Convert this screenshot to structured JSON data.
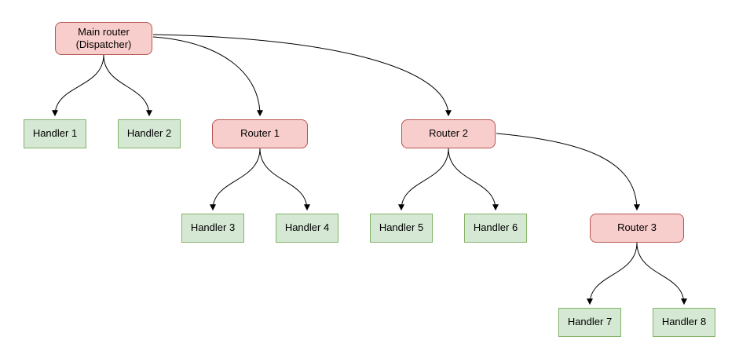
{
  "diagram": {
    "nodes": {
      "main": {
        "label": "Main router\n(Dispatcher)",
        "type": "router"
      },
      "handler1": {
        "label": "Handler 1",
        "type": "handler"
      },
      "handler2": {
        "label": "Handler 2",
        "type": "handler"
      },
      "router1": {
        "label": "Router 1",
        "type": "router"
      },
      "router2": {
        "label": "Router 2",
        "type": "router"
      },
      "handler3": {
        "label": "Handler 3",
        "type": "handler"
      },
      "handler4": {
        "label": "Handler 4",
        "type": "handler"
      },
      "handler5": {
        "label": "Handler 5",
        "type": "handler"
      },
      "handler6": {
        "label": "Handler 6",
        "type": "handler"
      },
      "router3": {
        "label": "Router 3",
        "type": "router"
      },
      "handler7": {
        "label": "Handler 7",
        "type": "handler"
      },
      "handler8": {
        "label": "Handler 8",
        "type": "handler"
      }
    },
    "edges": [
      {
        "from": "main",
        "to": "handler1"
      },
      {
        "from": "main",
        "to": "handler2"
      },
      {
        "from": "main",
        "to": "router1"
      },
      {
        "from": "main",
        "to": "router2"
      },
      {
        "from": "router1",
        "to": "handler3"
      },
      {
        "from": "router1",
        "to": "handler4"
      },
      {
        "from": "router2",
        "to": "handler5"
      },
      {
        "from": "router2",
        "to": "handler6"
      },
      {
        "from": "router2",
        "to": "router3"
      },
      {
        "from": "router3",
        "to": "handler7"
      },
      {
        "from": "router3",
        "to": "handler8"
      }
    ],
    "colors": {
      "router_fill": "#f8cecc",
      "router_stroke": "#b85450",
      "handler_fill": "#d5e8d4",
      "handler_stroke": "#82b366",
      "edge": "#000000"
    }
  }
}
